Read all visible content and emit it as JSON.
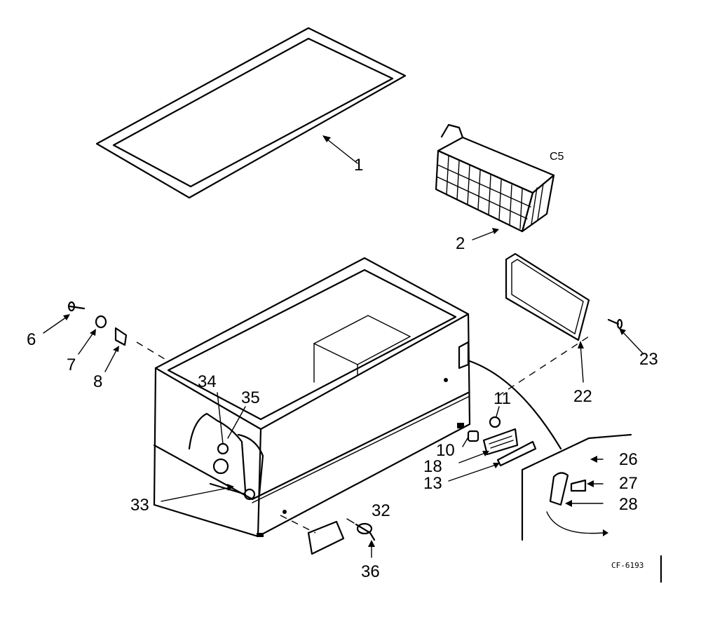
{
  "labels": {
    "p1": "1",
    "p2": "2",
    "p6": "6",
    "p7": "7",
    "p8": "8",
    "p10": "10",
    "p11": "11",
    "p13": "13",
    "p18": "18",
    "p22": "22",
    "p23": "23",
    "p26": "26",
    "p27": "27",
    "p28": "28",
    "p32": "32",
    "p33": "33",
    "p34": "34",
    "p35": "35",
    "p36": "36",
    "section": "C5",
    "figure_code": "CF-6193"
  }
}
